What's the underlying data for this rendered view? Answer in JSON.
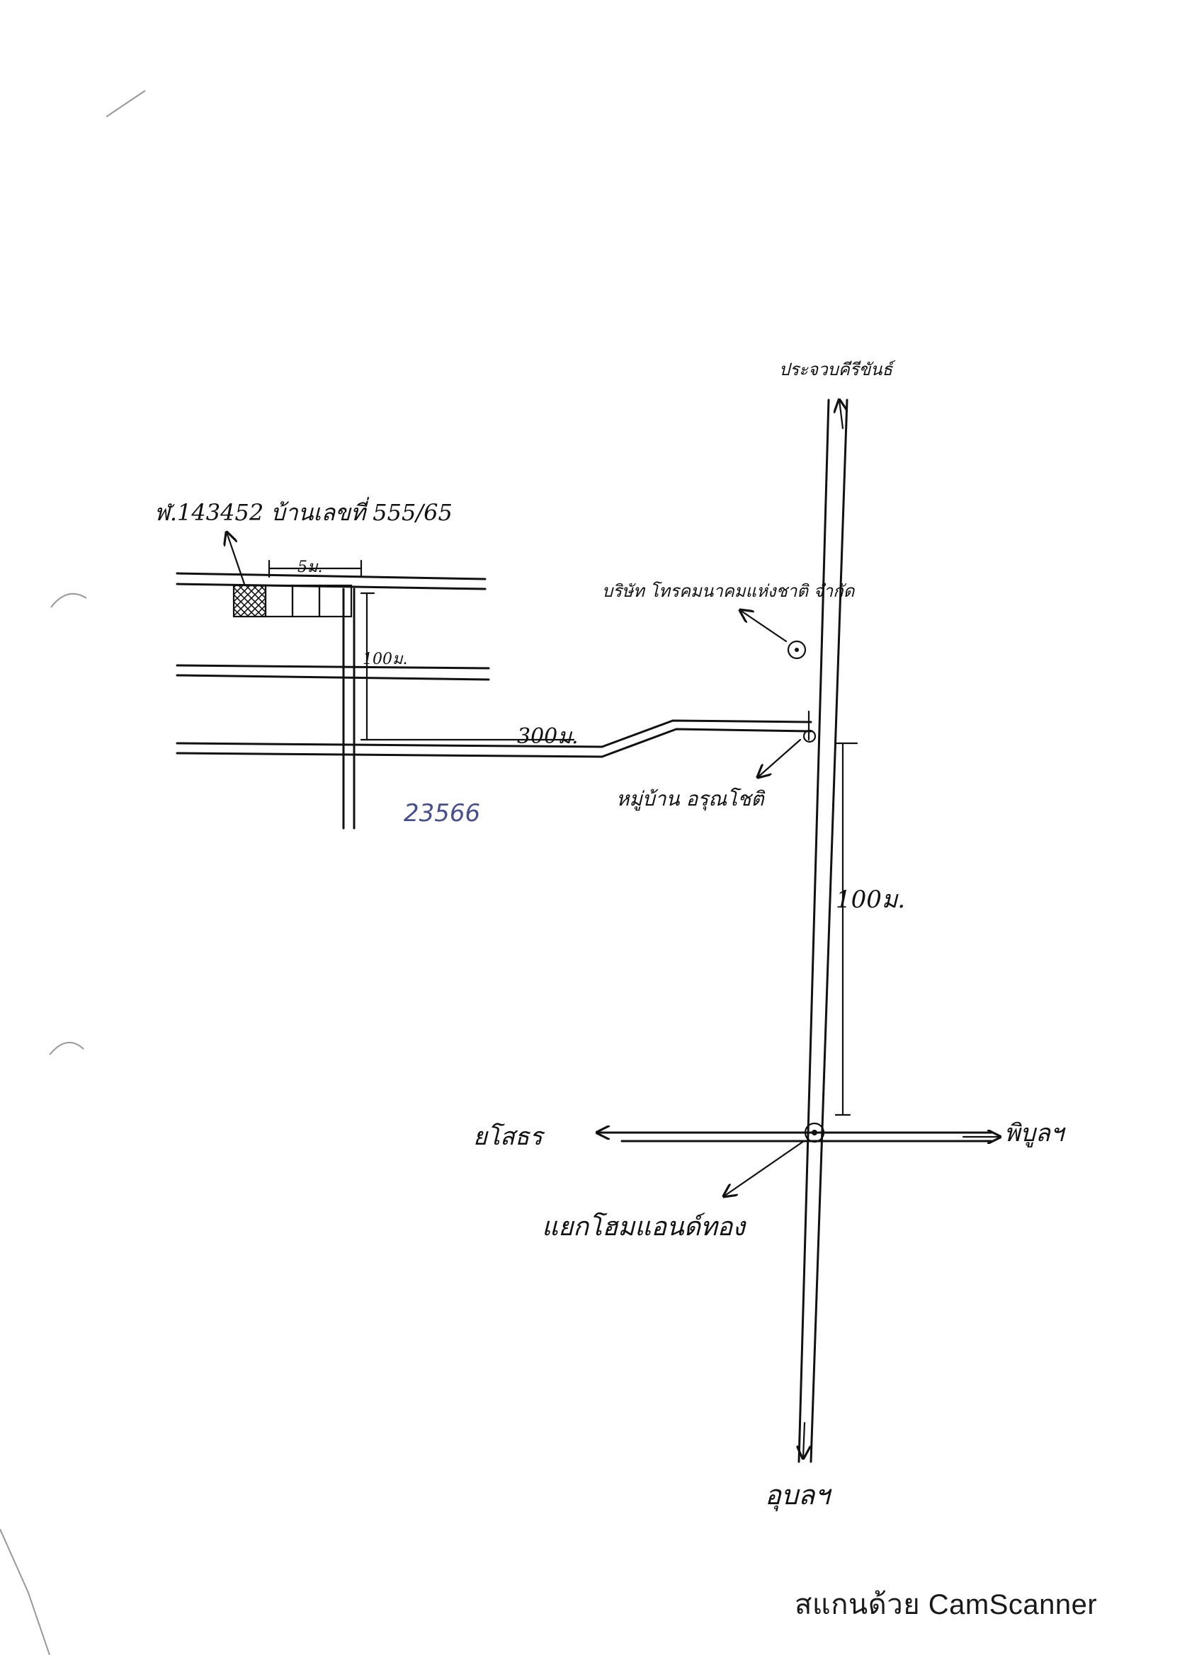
{
  "labels": {
    "north_destination": "ประจวบคีรีขันธ์",
    "plot_label": "ฬ.143452 บ้านเลขที่ 555/65",
    "dist_plot": "5ม.",
    "dist_lane": "100ม.",
    "dist_soi": "300ม.",
    "company": "บริษัท โทรคมนาคมแห่งชาติ จำกัด",
    "village": "หมู่บ้าน อรุณโชติ",
    "dist_highway": "100ม.",
    "pencil_note": "23566",
    "west_destination": "ยโสธร",
    "east_destination": "พิบูลฯ",
    "junction": "แยกโฮมแอนด์ทอง",
    "south_destination": "อุบลฯ"
  },
  "watermark": "สแกนด้วย CamScanner",
  "colors": {
    "ink": "#111111",
    "pencil": "#4a4f88",
    "paper": "#ffffff"
  }
}
